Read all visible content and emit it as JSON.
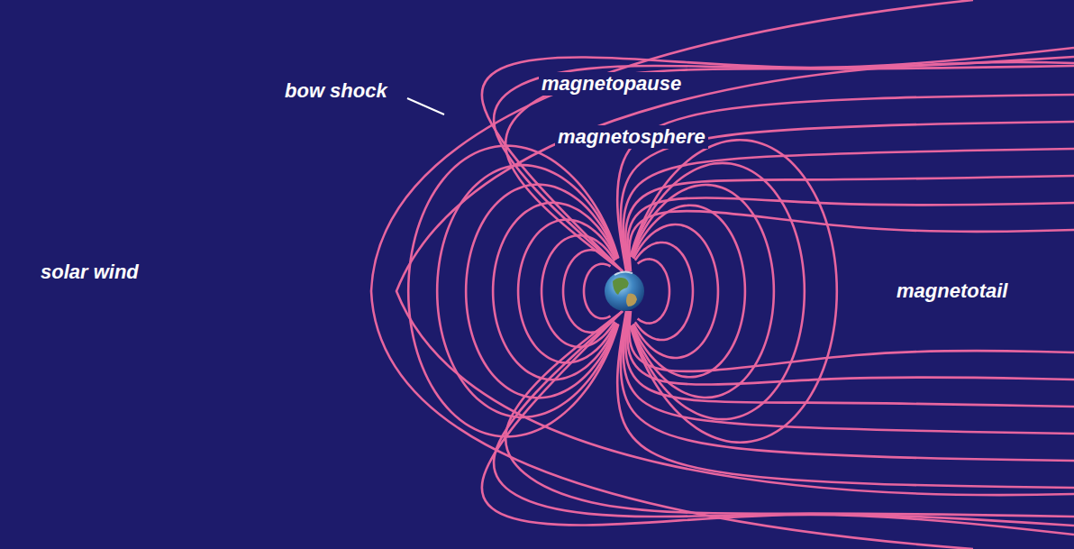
{
  "diagram": {
    "labels": [
      "bow shock",
      "magnetopause",
      "magnetosphere",
      "solar wind",
      "magnetotail"
    ]
  }
}
